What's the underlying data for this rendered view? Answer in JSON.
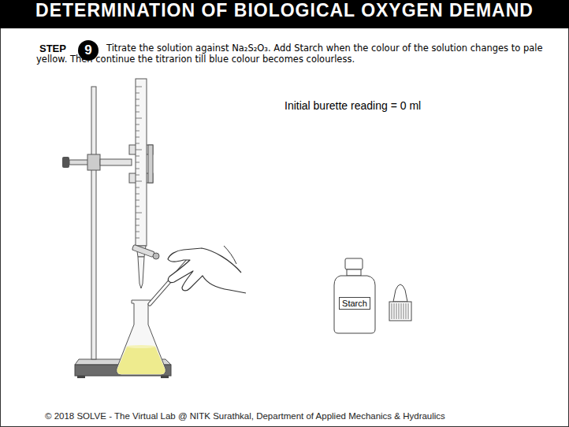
{
  "diagram": {
    "title": "DETERMINATION OF BIOLOGICAL OXYGEN DEMAND",
    "caption": "© 2018 SOLVE - The Virtual Lab @ NITK Surathkal, Department of Applied Mechanics & Hydraulics",
    "nodes": [
      {
        "text": [
          "9"
        ]
      },
      {
        "text": [
          "Starch"
        ]
      }
    ],
    "labels": [
      "STEP",
      "Titrate the solution against Na₂S₂O₃. Add Starch when the colour of the solution changes to pale yellow. Then continue the titrarion till blue colour becomes colourless.",
      "Initial burette reading = 0 ml"
    ]
  }
}
